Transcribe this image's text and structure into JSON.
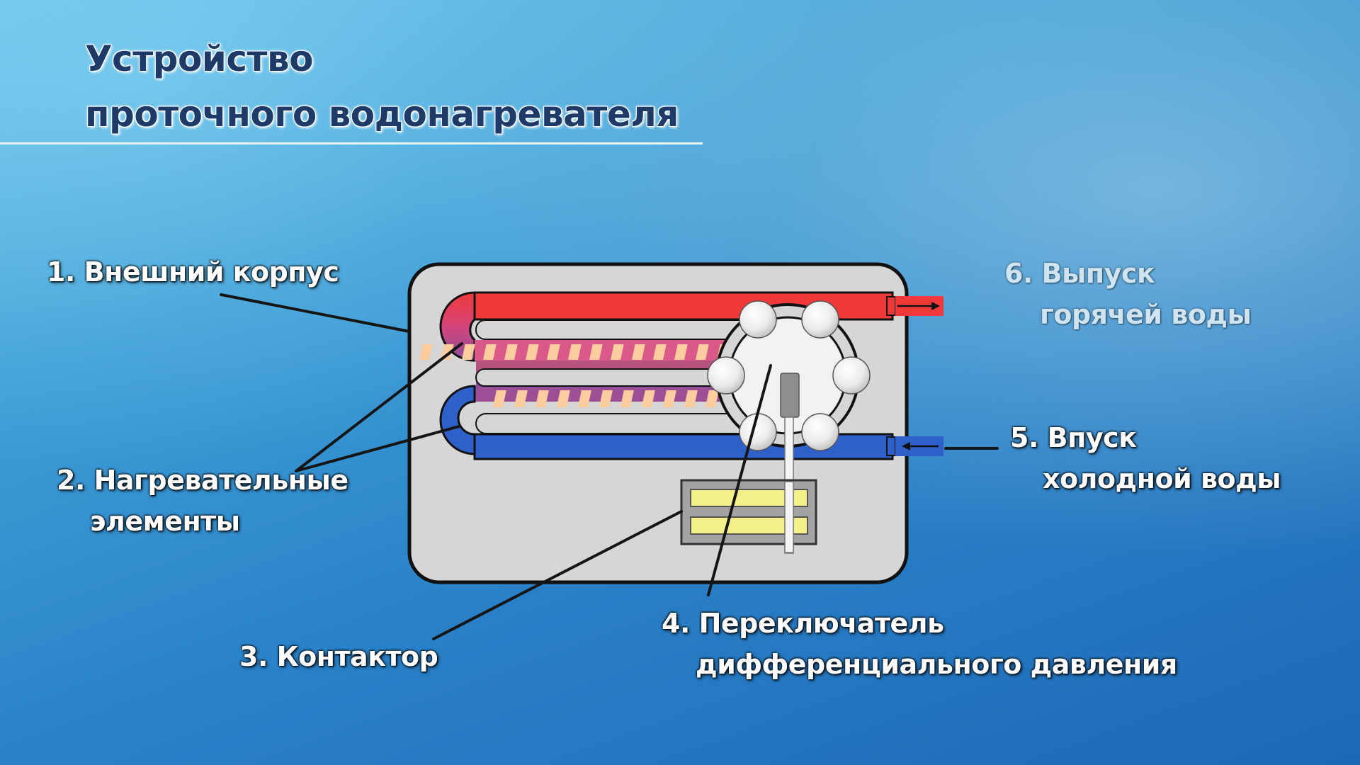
{
  "title": {
    "line1": "Устройство",
    "line2": "проточного водонагревателя"
  },
  "labels": {
    "housing": "1. Внешний корпус",
    "heating_line1": "2. Нагревательные",
    "heating_line2": "элементы",
    "contactor": "3. Контактор",
    "switch_line1": "4. Переключатель",
    "switch_line2": "дифференциального давления",
    "inlet_line1": "5. Впуск",
    "inlet_line2": "холодной воды",
    "outlet_line1": "6. Выпуск",
    "outlet_line2": "горячей воды"
  },
  "colors": {
    "hot_pipe": "#f03a3a",
    "cold_pipe": "#2f5fc8",
    "housing_fill": "#d6d6d6",
    "heater_coil": "#fdcda0",
    "contactor_bar": "#f3f08a"
  }
}
